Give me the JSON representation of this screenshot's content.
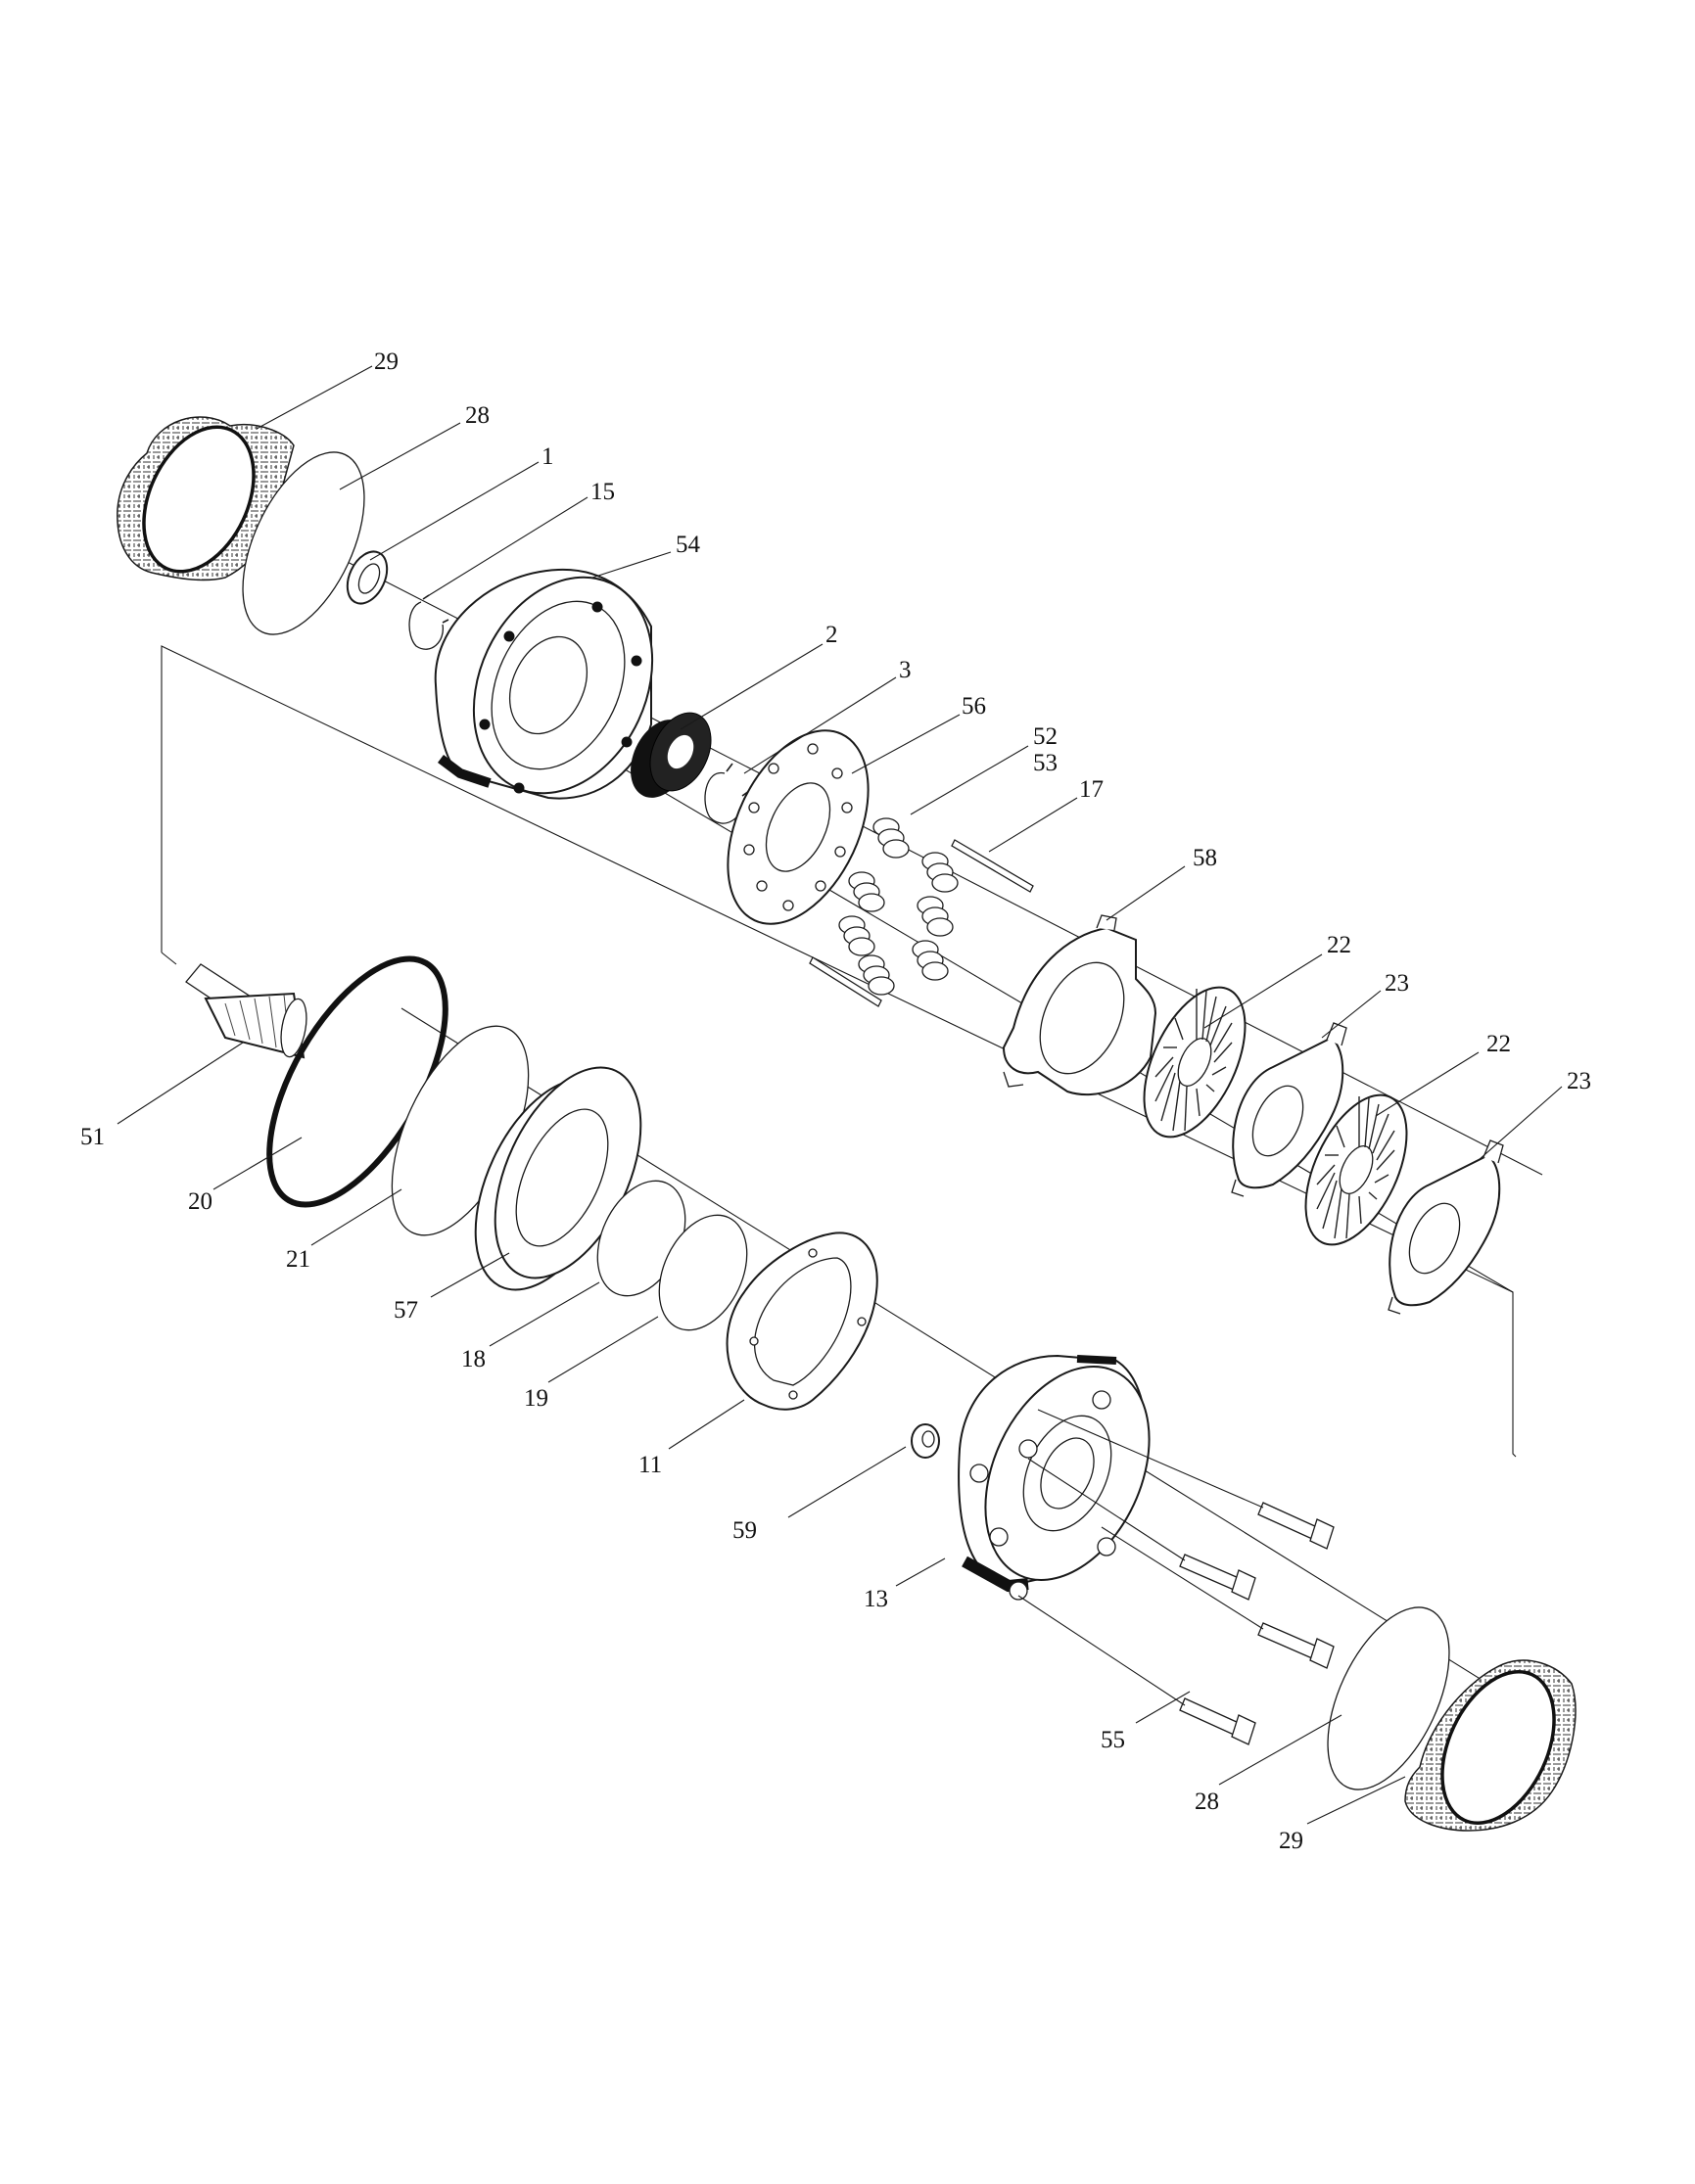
{
  "diagram": {
    "callouts": [
      {
        "id": "c29a",
        "text": "29"
      },
      {
        "id": "c28a",
        "text": "28"
      },
      {
        "id": "c1",
        "text": "1"
      },
      {
        "id": "c15",
        "text": "15"
      },
      {
        "id": "c54",
        "text": "54"
      },
      {
        "id": "c2",
        "text": "2"
      },
      {
        "id": "c3",
        "text": "3"
      },
      {
        "id": "c56",
        "text": "56"
      },
      {
        "id": "c52",
        "text": "52"
      },
      {
        "id": "c53",
        "text": "53"
      },
      {
        "id": "c17",
        "text": "17"
      },
      {
        "id": "c58",
        "text": "58"
      },
      {
        "id": "c22a",
        "text": "22"
      },
      {
        "id": "c23a",
        "text": "23"
      },
      {
        "id": "c22b",
        "text": "22"
      },
      {
        "id": "c23b",
        "text": "23"
      },
      {
        "id": "c51",
        "text": "51"
      },
      {
        "id": "c20",
        "text": "20"
      },
      {
        "id": "c21",
        "text": "21"
      },
      {
        "id": "c57",
        "text": "57"
      },
      {
        "id": "c18",
        "text": "18"
      },
      {
        "id": "c19",
        "text": "19"
      },
      {
        "id": "c11",
        "text": "11"
      },
      {
        "id": "c59",
        "text": "59"
      },
      {
        "id": "c13",
        "text": "13"
      },
      {
        "id": "c55",
        "text": "55"
      },
      {
        "id": "c28b",
        "text": "28"
      },
      {
        "id": "c29b",
        "text": "29"
      }
    ]
  }
}
